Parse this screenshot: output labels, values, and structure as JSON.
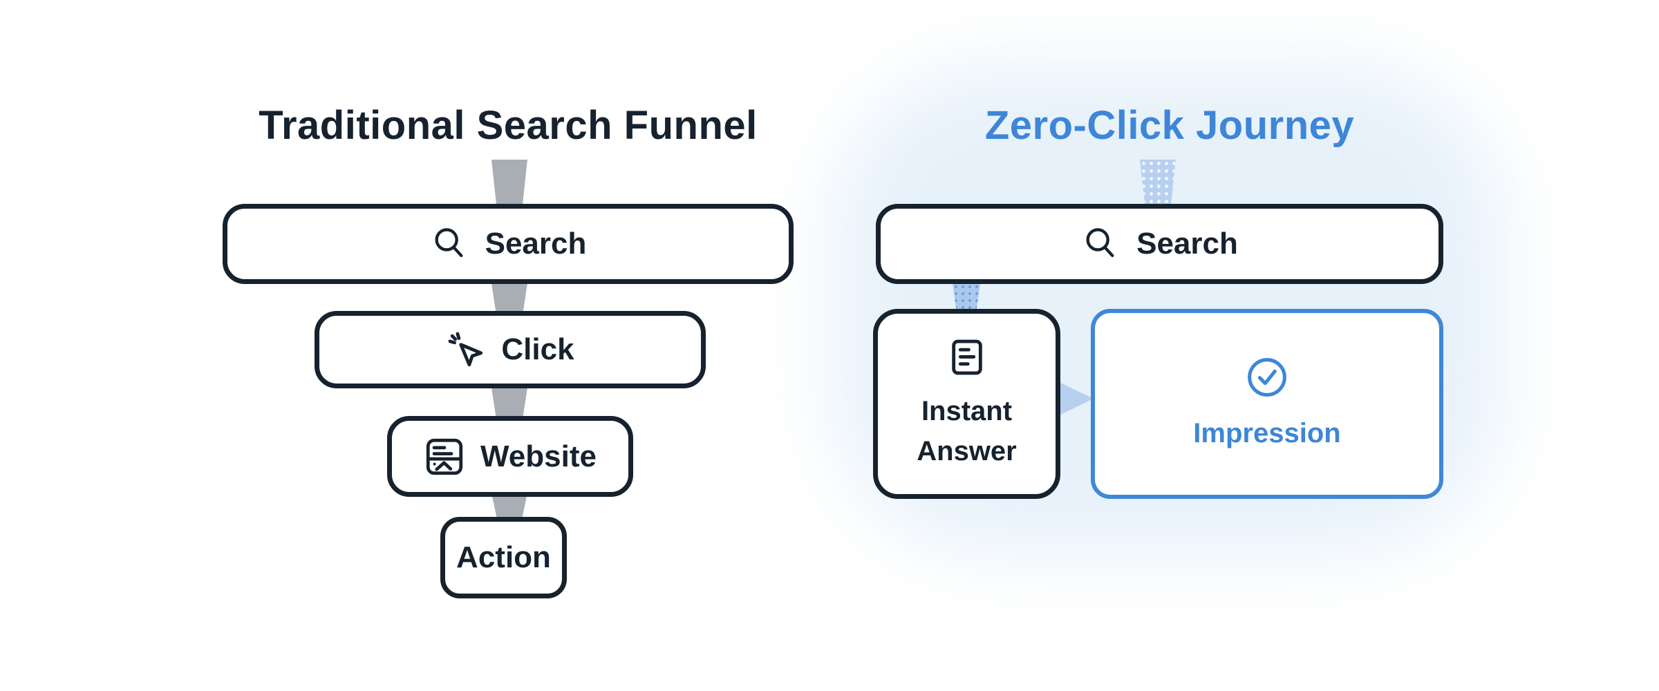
{
  "left": {
    "title": "Traditional Search Funnel",
    "steps": [
      {
        "label": "Search",
        "icon": "search-icon"
      },
      {
        "label": "Click",
        "icon": "cursor-click-icon"
      },
      {
        "label": "Website",
        "icon": "website-icon"
      },
      {
        "label": "Action",
        "icon": "none"
      }
    ]
  },
  "right": {
    "title": "Zero-Click Journey",
    "search": {
      "label": "Search",
      "icon": "search-icon"
    },
    "outcomes": [
      {
        "label": "Instant Answer",
        "icon": "document-icon",
        "style": "dark"
      },
      {
        "label": "Impression",
        "icon": "check-circle-icon",
        "style": "blue"
      }
    ]
  },
  "colors": {
    "navy": "#16222e",
    "blue_text": "#3d86d8",
    "blue_border": "#3f87d8",
    "gray_connector": "#a9aeb4",
    "light_blue_connector": "#b7d0ef",
    "glow": "#c6ddf3",
    "background": "#ffffff"
  }
}
